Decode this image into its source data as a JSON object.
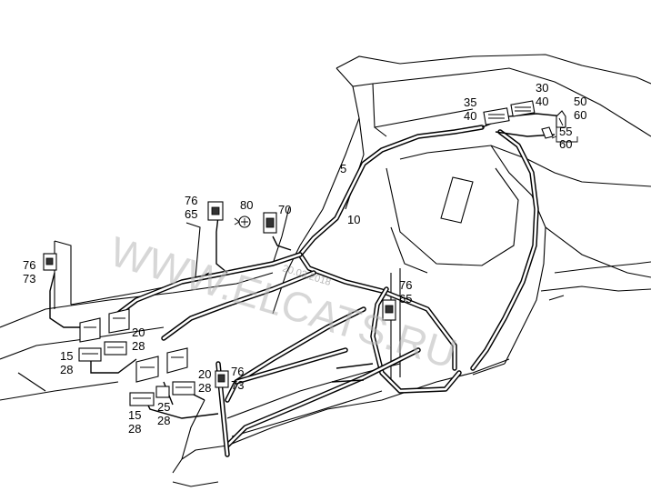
{
  "watermark": {
    "text": "WWW.ELCATS.RU",
    "date": "20.03.2018"
  },
  "labels": [
    {
      "id": "l-5",
      "text": "5"
    },
    {
      "id": "l-10",
      "text": "10"
    },
    {
      "id": "l-35",
      "text": "35"
    },
    {
      "id": "l-40a",
      "text": "40"
    },
    {
      "id": "l-30",
      "text": "30"
    },
    {
      "id": "l-40b",
      "text": "40"
    },
    {
      "id": "l-50",
      "text": "50"
    },
    {
      "id": "l-60a",
      "text": "60"
    },
    {
      "id": "l-55",
      "text": "55"
    },
    {
      "id": "l-60b",
      "text": "60"
    },
    {
      "id": "l-76a",
      "text": "76"
    },
    {
      "id": "l-65a",
      "text": "65"
    },
    {
      "id": "l-80",
      "text": "80"
    },
    {
      "id": "l-70",
      "text": "70"
    },
    {
      "id": "l-76b",
      "text": "76"
    },
    {
      "id": "l-73a",
      "text": "73"
    },
    {
      "id": "l-20a",
      "text": "20"
    },
    {
      "id": "l-28a",
      "text": "28"
    },
    {
      "id": "l-15a",
      "text": "15"
    },
    {
      "id": "l-28b",
      "text": "28"
    },
    {
      "id": "l-76c",
      "text": "76"
    },
    {
      "id": "l-65b",
      "text": "65"
    },
    {
      "id": "l-20b",
      "text": "20"
    },
    {
      "id": "l-28c",
      "text": "28"
    },
    {
      "id": "l-76d",
      "text": "76"
    },
    {
      "id": "l-73b",
      "text": "73"
    },
    {
      "id": "l-25",
      "text": "25"
    },
    {
      "id": "l-28d",
      "text": "28"
    },
    {
      "id": "l-15b",
      "text": "15"
    },
    {
      "id": "l-28e",
      "text": "28"
    }
  ]
}
